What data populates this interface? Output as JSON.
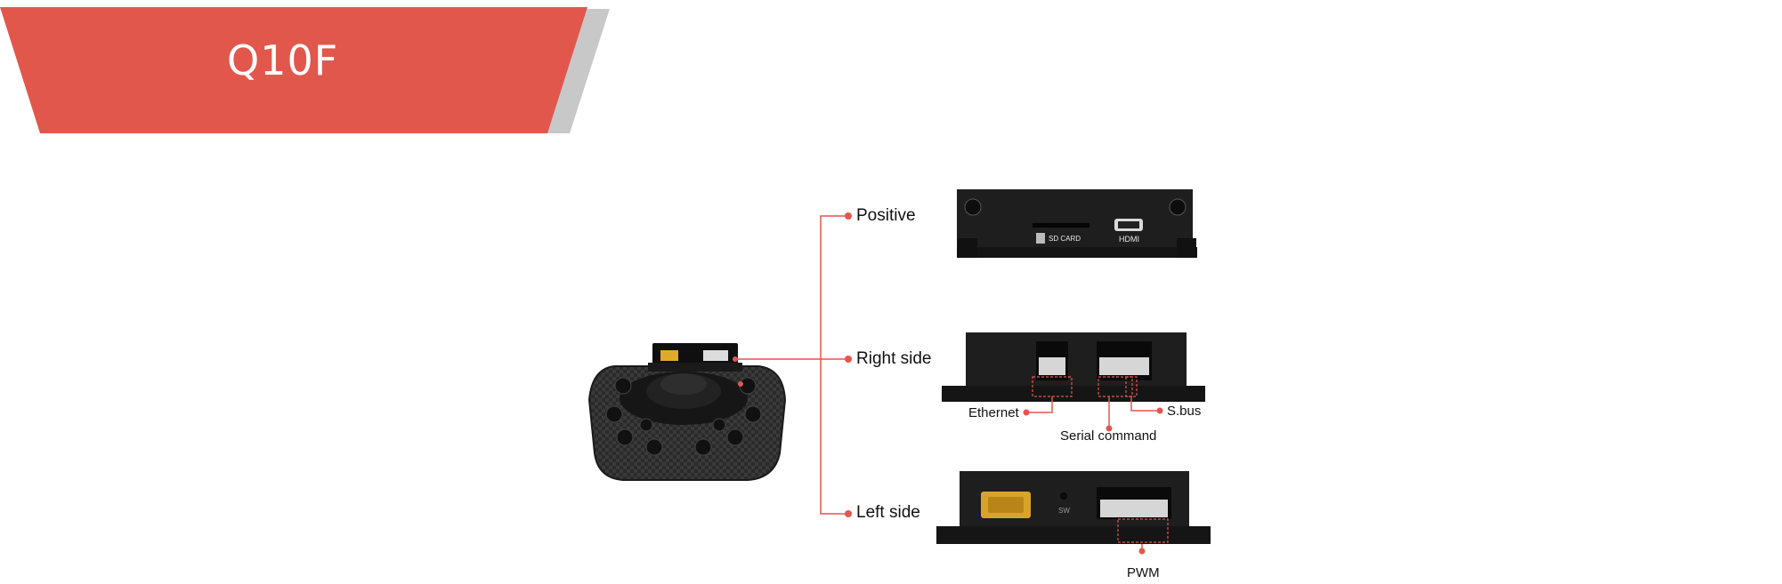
{
  "banner": {
    "title": "Q10F",
    "color": "#e2574c",
    "shadow_color": "#9a9a9a"
  },
  "accent_color": "#e2574c",
  "callouts": {
    "positive": "Positive",
    "right_side": "Right side",
    "left_side": "Left side"
  },
  "ports": {
    "ethernet": "Ethernet",
    "serial_command": "Serial command",
    "sbus": "S.bus",
    "pwm": "PWM"
  },
  "device_markings": {
    "sd_card": "SD CARD",
    "hdmi": "HDMI",
    "sw": "SW"
  }
}
